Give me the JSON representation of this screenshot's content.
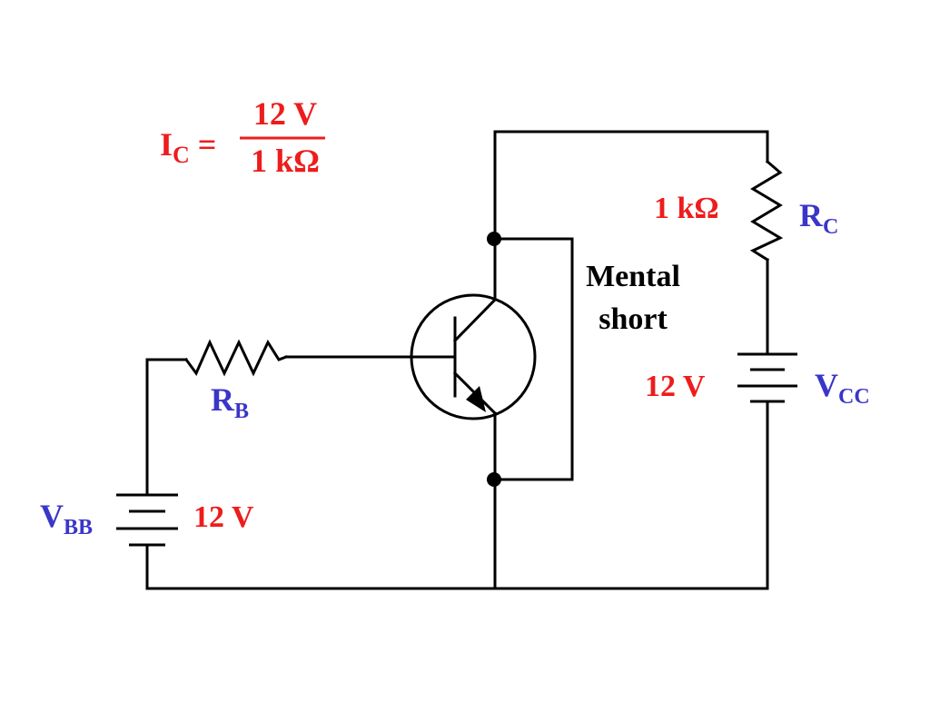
{
  "colors": {
    "value_text": "#ee1c1c",
    "label_text": "#3a36c8",
    "wire": "#000000",
    "background": "#ffffff"
  },
  "formula": {
    "lhs_main": "I",
    "lhs_sub": "C",
    "equals": " =",
    "numerator": "12 V",
    "denominator": "1 kΩ"
  },
  "components": {
    "rc_value": "1 kΩ",
    "rc_label_main": "R",
    "rc_label_sub": "C",
    "vcc_value": "12 V",
    "vcc_label_main": "V",
    "vcc_label_sub": "CC",
    "rb_label_main": "R",
    "rb_label_sub": "B",
    "vbb_label_main": "V",
    "vbb_label_sub": "BB",
    "vbb_value": "12 V"
  },
  "annotation": {
    "line1": "Mental",
    "line2": "short"
  }
}
